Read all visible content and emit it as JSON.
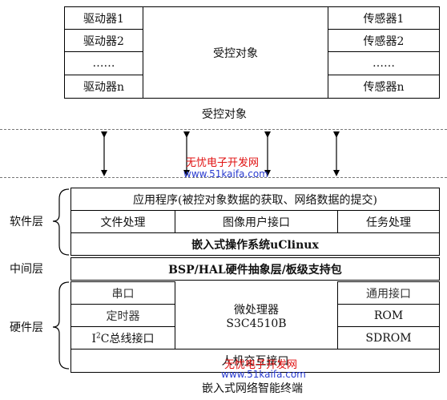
{
  "controlled": {
    "drivers": [
      "驱动器1",
      "驱动器2",
      "……",
      "驱动器n"
    ],
    "center_label": "受控对象",
    "sensors": [
      "传感器1",
      "传感器2",
      "……",
      "传感器n"
    ],
    "caption": "受控对象"
  },
  "layers": {
    "software_label": "软件层",
    "middle_label": "中间层",
    "hardware_label": "硬件层"
  },
  "software": {
    "app": "应用程序(被控对象数据的获取、网络数据的提交)",
    "file": "文件处理",
    "gui": "图像用户接口",
    "task": "任务处理",
    "os": "嵌入式操作系统uClinux"
  },
  "middle": {
    "bsp": "BSP/HAL硬件抽象层/板级支持包"
  },
  "hardware": {
    "serial": "串口",
    "timer": "定时器",
    "i2c_prefix": "I",
    "i2c_sup": "2",
    "i2c_rest": "C总线接口",
    "cpu_line1": "微处理器",
    "cpu_line2": "S3C4510B",
    "general_io": "通用接口",
    "rom": "ROM",
    "sdram": "SDROM",
    "hci": "人机交互接口"
  },
  "caption_bottom": "嵌入式网络智能终端",
  "watermark": {
    "cn_top": "无忧电子开发网",
    "url_top": "www.51kaifa.com",
    "cn_bottom": "无忧电子开发网",
    "url_bottom": "www.51kaifa.com"
  }
}
